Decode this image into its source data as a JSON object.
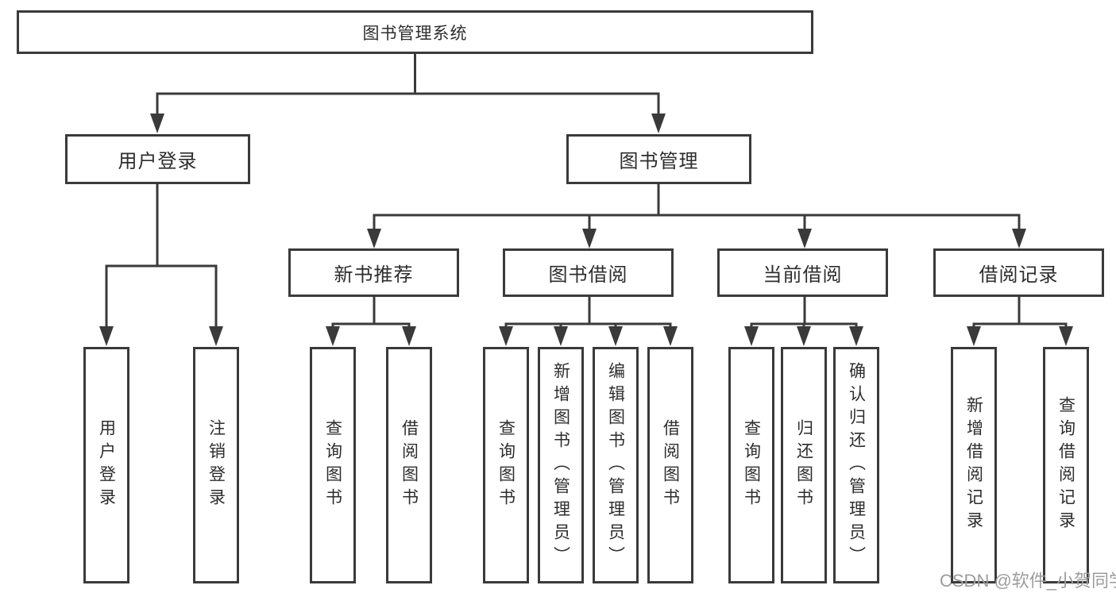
{
  "colors": {
    "line": "#3a3a3a",
    "border": "#3a3a3a",
    "text": "#2d2d2d",
    "background": "#ffffff",
    "watermark": "#9c9c9c"
  },
  "diagram": {
    "root": {
      "label": "图书管理系统"
    },
    "level2": [
      {
        "label": "用户登录",
        "parent": "图书管理系统"
      },
      {
        "label": "图书管理",
        "parent": "图书管理系统"
      }
    ],
    "level3": [
      {
        "label": "新书推荐",
        "parent": "图书管理"
      },
      {
        "label": "图书借阅",
        "parent": "图书管理"
      },
      {
        "label": "当前借阅",
        "parent": "图书管理"
      },
      {
        "label": "借阅记录",
        "parent": "图书管理"
      }
    ],
    "leaves": [
      {
        "label": "用户登录",
        "parent": "用户登录"
      },
      {
        "label": "注销登录",
        "parent": "用户登录"
      },
      {
        "label": "查询图书",
        "parent": "新书推荐"
      },
      {
        "label": "借阅图书",
        "parent": "新书推荐"
      },
      {
        "label": "查询图书",
        "parent": "图书借阅"
      },
      {
        "label": "新增图书（管理员）",
        "parent": "图书借阅"
      },
      {
        "label": "编辑图书（管理员）",
        "parent": "图书借阅"
      },
      {
        "label": "借阅图书",
        "parent": "图书借阅"
      },
      {
        "label": "查询图书",
        "parent": "当前借阅"
      },
      {
        "label": "归还图书",
        "parent": "当前借阅"
      },
      {
        "label": "确认归还（管理员）",
        "parent": "当前借阅"
      },
      {
        "label": "新增借阅记录",
        "parent": "借阅记录"
      },
      {
        "label": "查询借阅记录",
        "parent": "借阅记录"
      }
    ]
  },
  "watermark": {
    "text": "CSDN @软件_小贺同学"
  }
}
